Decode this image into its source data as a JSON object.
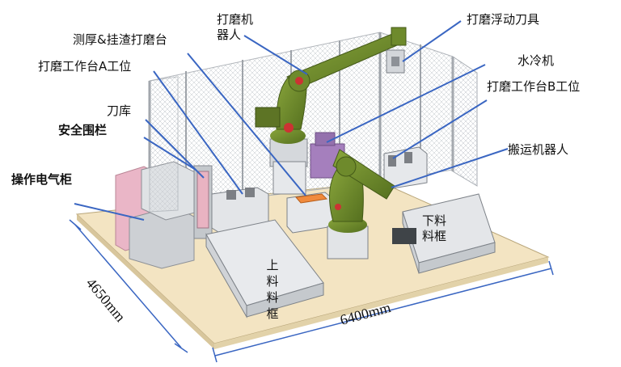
{
  "labels": {
    "polish_robot": "打磨机器人",
    "measure_station": "测厚&挂渣打磨台",
    "station_a": "打磨工作台A工位",
    "tool_magazine": "刀库",
    "safety_fence": "安全围栏",
    "control_cabinet": "操作电气柜",
    "floating_tool": "打磨浮动刀具",
    "water_chiller": "水冷机",
    "station_b": "打磨工作台B工位",
    "handling_robot": "搬运机器人",
    "unload_bin": "下料料框",
    "load_bin": "上料料框"
  },
  "dimensions": {
    "width": "6400mm",
    "depth": "4650mm"
  },
  "colors": {
    "floor": "#f3e4c2",
    "robot": "#6e8a2c",
    "fence": "#c9cdd2",
    "chiller": "#a57fbd",
    "cabinet_pink": "#eab6c7",
    "leader": "#3a66c2",
    "orange_tray": "#f08a3c"
  }
}
